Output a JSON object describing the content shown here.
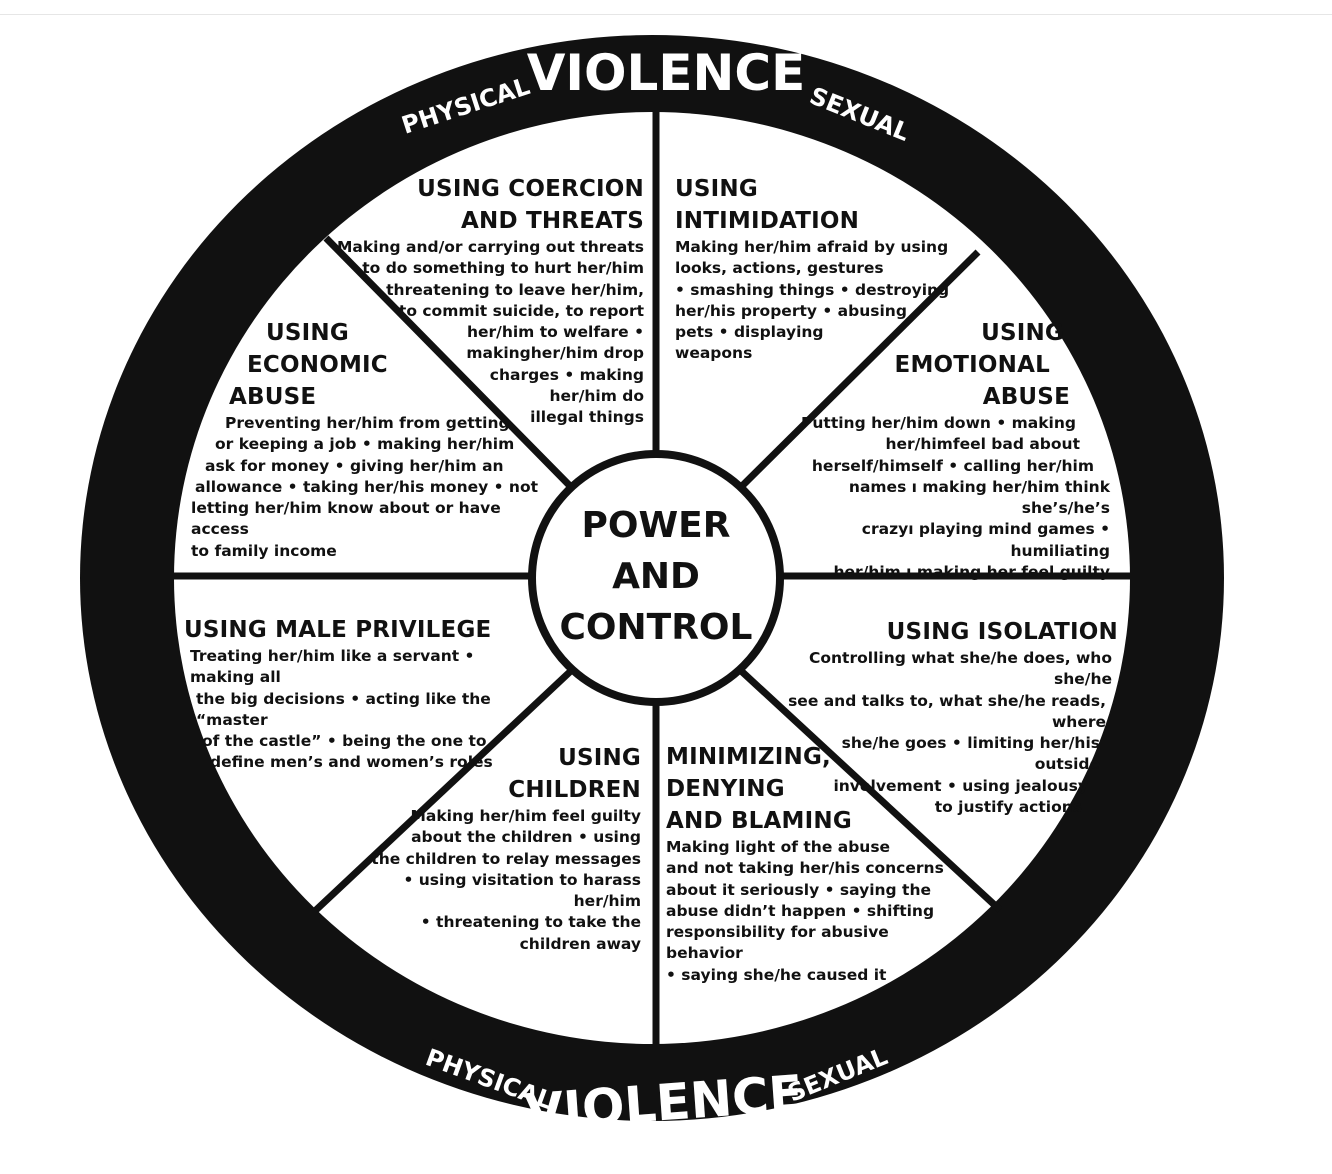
{
  "ring": {
    "top": {
      "physical": "PHYSICAL",
      "violence": "VIOLENCE",
      "sexual": "SEXUAL"
    },
    "bottom": {
      "physical": "PHYSICAL",
      "violence": "VIOLENCE",
      "sexual": "SEXUAL"
    }
  },
  "center": {
    "line1": "POWER",
    "line2": "AND",
    "line3": "CONTROL"
  },
  "segments": {
    "coercion": {
      "title": [
        "USING COERCION",
        "AND THREATS"
      ],
      "body": [
        "Making and/or carrying out threats",
        "to do something to hurt her/him",
        "• threatening to leave her/him,",
        "to commit suicide, to report",
        "her/him to welfare •",
        "makingher/him drop",
        "charges • making",
        "her/him do",
        "illegal things"
      ]
    },
    "intimidation": {
      "title": [
        "USING",
        "INTIMIDATION"
      ],
      "body": [
        "Making her/him afraid by using",
        "looks, actions, gestures",
        "• smashing things • destroying",
        "her/his property • abusing",
        "pets • displaying",
        "weapons"
      ]
    },
    "emotional": {
      "title": [
        "USING",
        "EMOTIONAL",
        "ABUSE"
      ],
      "body": [
        "Putting her/him down • making",
        "her/himfeel bad about",
        "herself/himself • calling her/him",
        "names ı making her/him think she’s/he’s",
        "crazyı playing mind games • humiliating",
        "her/him ı making her feel guilty"
      ]
    },
    "economic": {
      "title": [
        "USING",
        "ECONOMIC",
        "ABUSE"
      ],
      "body": [
        "Preventing her/him from getting",
        "or keeping a job • making her/him",
        "ask for money • giving her/him an",
        "allowance • taking her/his money • not",
        "letting her/him know about or have access",
        "to family income"
      ]
    },
    "privilege": {
      "title": [
        "USING MALE PRIVILEGE"
      ],
      "body": [
        "Treating her/him like a servant • making all",
        "the big decisions • acting like the “master",
        "of the castle” • being the one to",
        "define men’s and women’s roles"
      ]
    },
    "isolation": {
      "title": [
        "USING ISOLATION"
      ],
      "body": [
        "Controlling what she/he does, who she/he",
        "see and talks to, what she/he reads, where",
        "she/he goes • limiting her/his outside",
        "involvement • using jealousy",
        "to justify actions"
      ]
    },
    "children": {
      "title": [
        "USING",
        "CHILDREN"
      ],
      "body": [
        "Making her/him feel guilty",
        "about the children • using",
        "the children to relay messages",
        "• using visitation to harass her/him",
        "• threatening to take the",
        "children away"
      ]
    },
    "minimizing": {
      "title": [
        "MINIMIZING,",
        "DENYING",
        "AND BLAMING"
      ],
      "body": [
        "Making light of the abuse",
        "and not taking her/his concerns",
        "about it seriously • saying the",
        "abuse didn’t happen • shifting",
        "responsibility for abusive behavior",
        "• saying she/he caused it"
      ]
    }
  }
}
